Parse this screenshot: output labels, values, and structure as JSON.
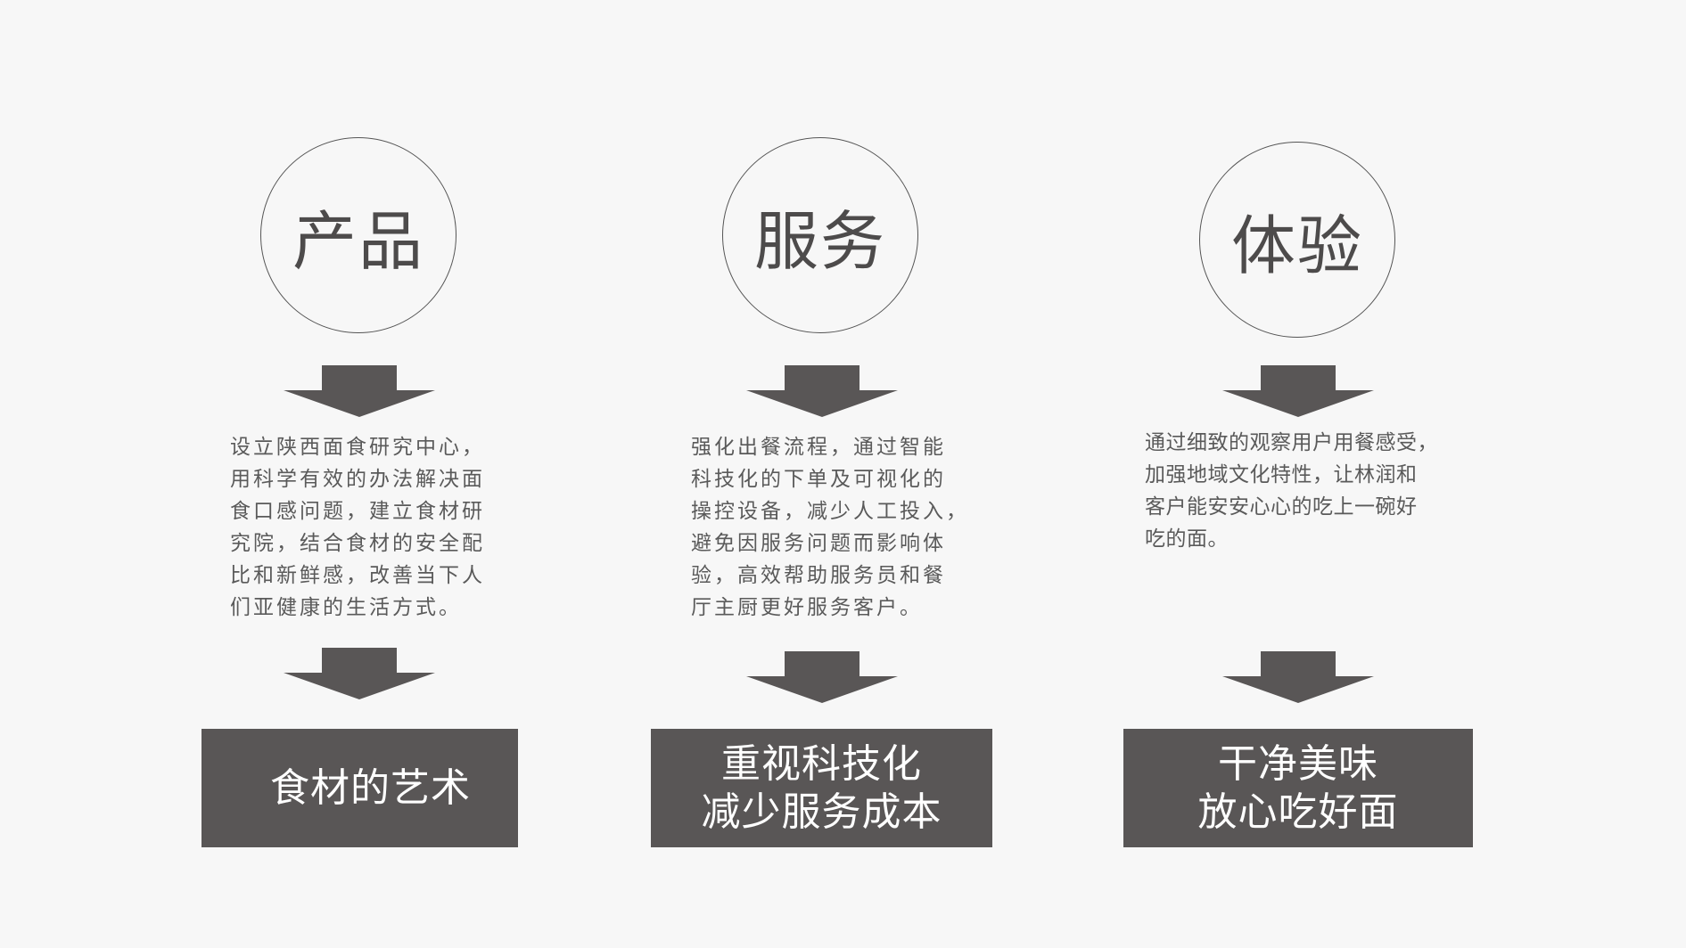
{
  "columns": [
    {
      "title": "产品",
      "description": "设立陕西面食研究中心，\n用科学有效的办法解决面\n食口感问题，建立食材研\n究院，结合食材的安全配\n比和新鲜感，改善当下人\n们亚健康的生活方式。",
      "result": "食材的艺术"
    },
    {
      "title": "服务",
      "description": "强化出餐流程，通过智能\n科技化的下单及可视化的\n操控设备，减少人工投入，\n避免因服务问题而影响体\n验，高效帮助服务员和餐\n厅主厨更好服务客户。",
      "result": "重视科技化\n减少服务成本"
    },
    {
      "title": "体验",
      "description": "通过细致的观察用户用餐感受，\n加强地域文化特性，让林润和\n客户能安安心心的吃上一碗好\n吃的面。",
      "result": "干净美味\n放心吃好面"
    }
  ],
  "colors": {
    "background": "#f7f7f7",
    "arrow": "#595656",
    "box": "#595656",
    "box_text": "#ffffff",
    "circle_border": "#555555"
  }
}
